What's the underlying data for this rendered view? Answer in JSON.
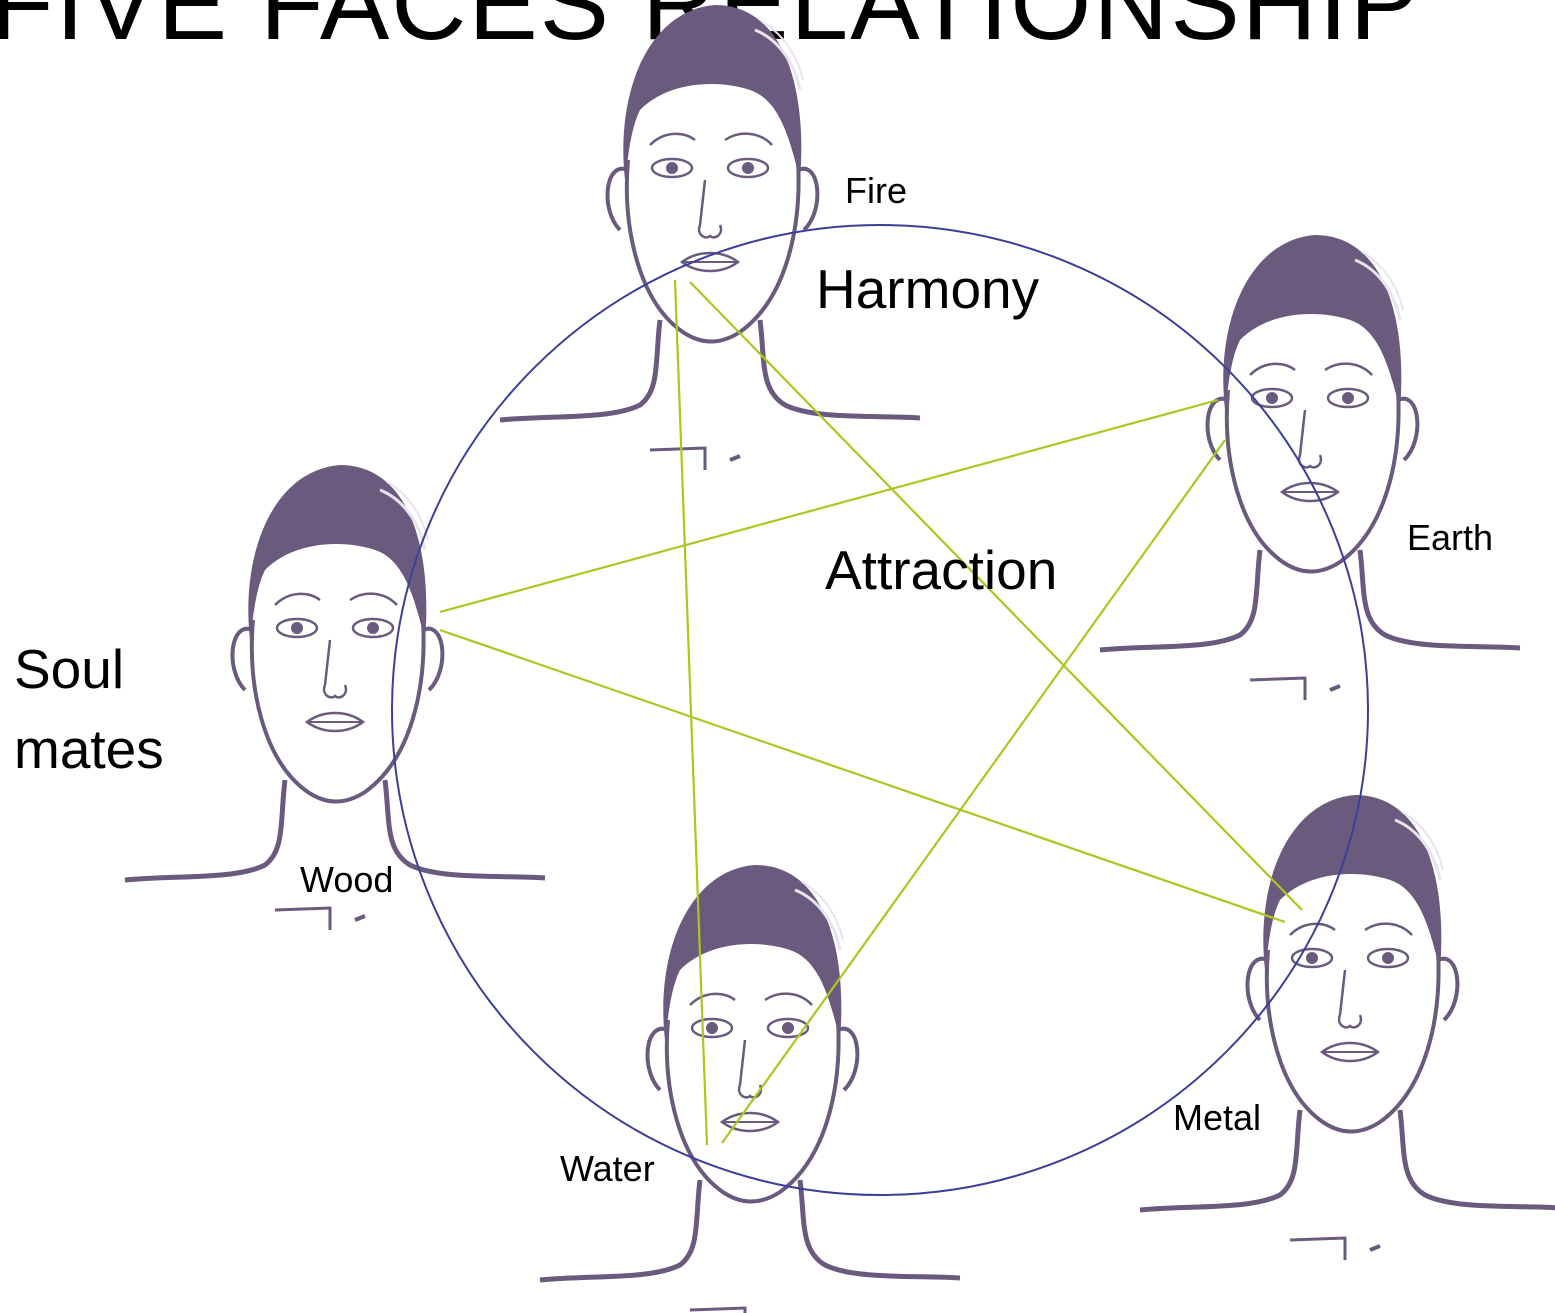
{
  "title": "FIVE FACES RELATIONSHIP",
  "labels": {
    "fire": "Fire",
    "earth": "Earth",
    "metal": "Metal",
    "water": "Water",
    "wood": "Wood",
    "harmony": "Harmony",
    "attraction": "Attraction",
    "soul_mates_line1": "Soul",
    "soul_mates_line2": "mates"
  },
  "colors": {
    "circle": "#3b3f9a",
    "star": "#a8c81e",
    "face_ink": "#6a5a7e",
    "text": "#000000"
  },
  "faces": [
    {
      "element": "fire",
      "icon": "face-icon"
    },
    {
      "element": "earth",
      "icon": "face-icon"
    },
    {
      "element": "metal",
      "icon": "face-icon"
    },
    {
      "element": "water",
      "icon": "face-icon"
    },
    {
      "element": "wood",
      "icon": "face-icon"
    }
  ]
}
